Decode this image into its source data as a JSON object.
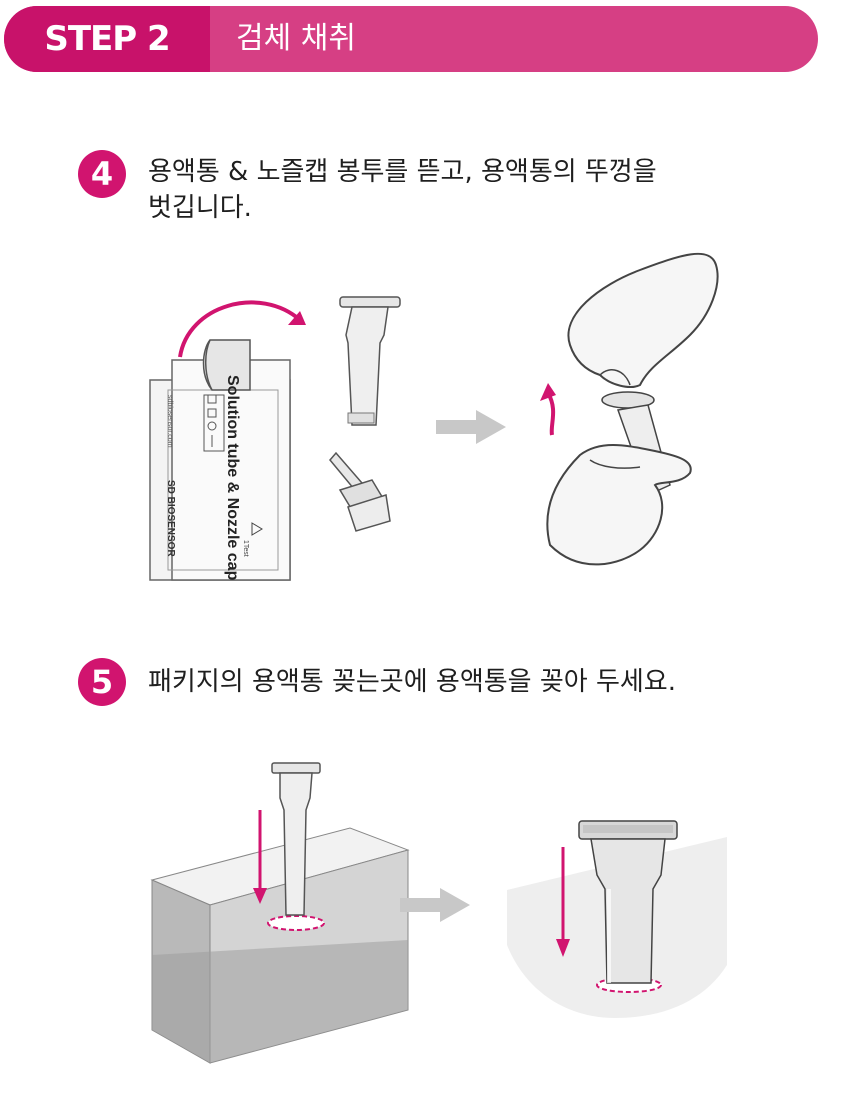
{
  "header": {
    "step_label": "STEP 2",
    "title": "검체 채취"
  },
  "steps": [
    {
      "number": "4",
      "text_line1": "용액통 & 노즐캡 봉투를 뜯고, 용액통의 뚜껑을",
      "text_line2": "벗깁니다."
    },
    {
      "number": "5",
      "text_line1": "패키지의 용액통 꽂는곳에 용액통을 꽂아 두세요."
    }
  ],
  "pouch": {
    "product_text": "Solution tube & Nozzle cap",
    "brand": "SD BIOSENSOR",
    "website": "sdbiosensor.com",
    "test_label": "1Test"
  },
  "colors": {
    "accent": "#d1146f",
    "header": "#d63f84",
    "arrow_gray": "#c8c8c8"
  }
}
